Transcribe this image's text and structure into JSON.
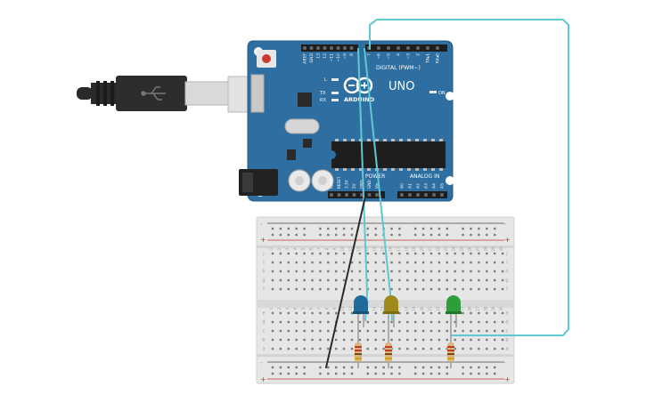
{
  "board": {
    "model": "UNO",
    "brand": "ARDUINO",
    "digital_header_label": "DIGITAL (PWM~)",
    "power_label": "POWER",
    "analog_label": "ANALOG IN",
    "on_label": "ON",
    "led_labels": [
      "L",
      "TX",
      "RX"
    ],
    "digital_pins": [
      "AREF",
      "GND",
      "13",
      "12",
      "~11",
      "~10",
      "~9",
      "8",
      "7",
      "~6",
      "~5",
      "4",
      "~3",
      "2",
      "TX▸1",
      "RX◂0"
    ],
    "power_pins": [
      "IOREF",
      "RESET",
      "3.3V",
      "5V",
      "GND",
      "GND",
      "Vin"
    ],
    "analog_pins": [
      "A0",
      "A1",
      "A2",
      "A3",
      "A4",
      "A5"
    ],
    "board_color": "#2e6ea0"
  },
  "breadboard": {
    "minus_label": "-",
    "plus_label": "+",
    "top_row_letters": [
      "j",
      "i",
      "h",
      "g",
      "f"
    ],
    "bottom_row_letters": [
      "e",
      "d",
      "c",
      "b",
      "a"
    ],
    "columns": [
      "1",
      "2",
      "3",
      "4",
      "5",
      "6",
      "7",
      "8",
      "9",
      "10",
      "11",
      "12",
      "13",
      "14",
      "15",
      "16",
      "17",
      "18",
      "19",
      "20",
      "21",
      "22",
      "23",
      "24",
      "25",
      "26",
      "27",
      "28",
      "29",
      "30"
    ]
  },
  "components": {
    "leds": [
      {
        "name": "blue-led",
        "color": "#1f6b99"
      },
      {
        "name": "yellow-led",
        "color": "#a08a1e"
      },
      {
        "name": "green-led",
        "color": "#2e9e3a"
      }
    ],
    "resistor_count": 3,
    "wire_color": "#5fc8d2"
  }
}
